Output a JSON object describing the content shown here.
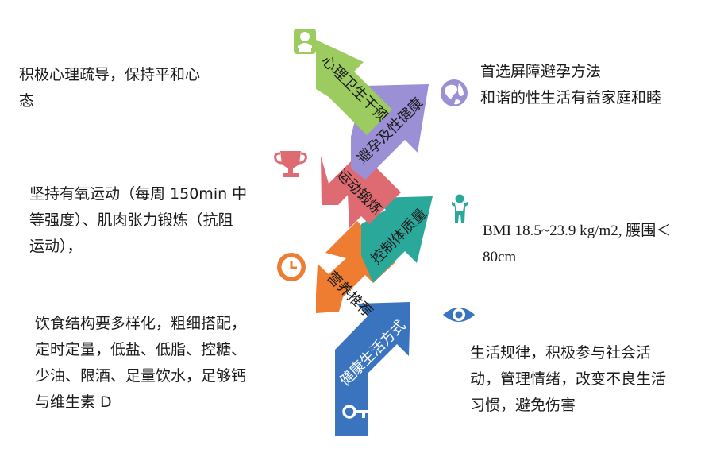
{
  "colors": {
    "healthy_lifestyle": "#3a74bf",
    "nutrition": "#ee7d31",
    "weight_control": "#2aa89a",
    "exercise": "#df6b72",
    "contraception": "#9b8fd6",
    "mental_health": "#9ccb5f"
  },
  "arrows": [
    {
      "id": "healthy-lifestyle",
      "label": "健康生活方式",
      "color": "#3a74bf",
      "icon": "key-icon"
    },
    {
      "id": "nutrition",
      "label": "营养推荐",
      "color": "#ee7d31",
      "icon": "clock-icon"
    },
    {
      "id": "weight-control",
      "label": "控制体质量",
      "color": "#2aa89a",
      "icon": "person-icon"
    },
    {
      "id": "exercise",
      "label": "运动锻炼",
      "color": "#df6b72",
      "icon": "trophy-icon"
    },
    {
      "id": "contraception",
      "label": "避孕及性健康",
      "color": "#9b8fd6",
      "icon": "globe-icon"
    },
    {
      "id": "mental-health",
      "label": "心理卫生干预",
      "color": "#9ccb5f",
      "icon": "user-icon"
    }
  ],
  "eye_icon": "eye-icon",
  "notes": {
    "mental_health": "积极心理疏导，保持平和心\n态",
    "contraception": "首选屏障避孕方法\n和谐的性生活有益家庭和睦",
    "exercise": "坚持有氧运动（每周 150min 中\n等强度）、肌肉张力锻炼（抗阻\n运动），",
    "weight_control": "BMI 18.5~23.9 kg/m2, 腰围＜\n80cm",
    "nutrition": "饮食结构要多样化，粗细搭配，\n定时定量，低盐、低脂、控糖、\n少油、限酒、足量饮水，足够钙\n与维生素 D",
    "healthy_lifestyle": "生活规律，积极参与社会活\n动，管理情绪，改变不良生活\n习惯，避免伤害"
  }
}
